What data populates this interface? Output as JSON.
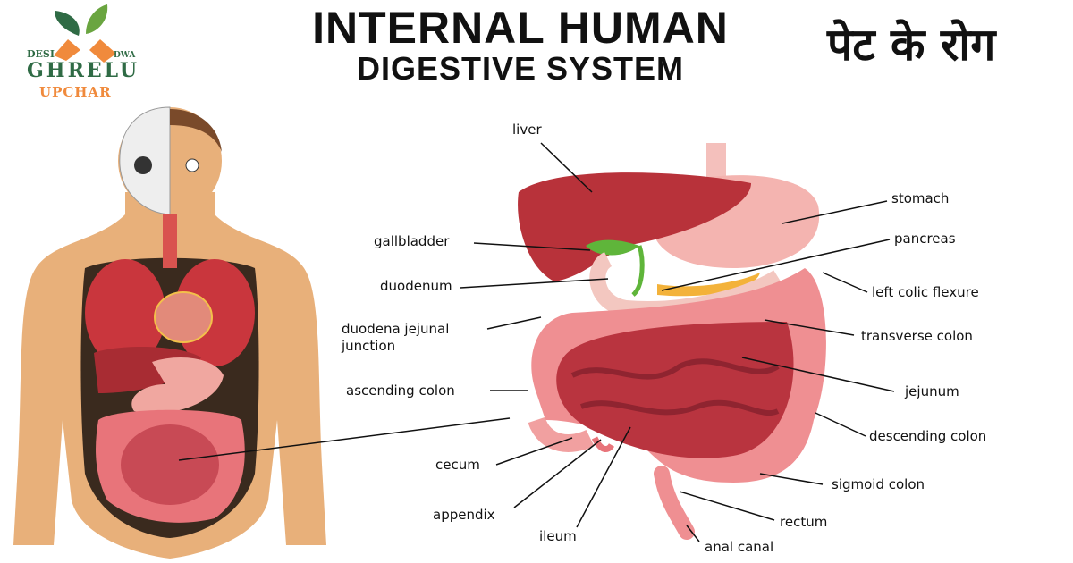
{
  "logo": {
    "desi": "DESI",
    "dwa": "DWA",
    "ghrelu": "GHRELU",
    "upchar": "UPCHAR"
  },
  "title": {
    "line1": "INTERNAL HUMAN",
    "line2": "DIGESTIVE SYSTEM",
    "hindi": "पेट के रोग"
  },
  "labels": {
    "liver": "liver",
    "gallbladder": "gallbladder",
    "duodenum": "duodenum",
    "dj_junction_1": "duodena jejunal",
    "dj_junction_2": "junction",
    "ascending_colon": "ascending colon",
    "cecum": "cecum",
    "appendix": "appendix",
    "ileum": "ileum",
    "anal_canal": "anal canal",
    "rectum": "rectum",
    "sigmoid_colon": "sigmoid colon",
    "descending_colon": "descending colon",
    "jejunum": "jejunum",
    "transverse_colon": "transverse colon",
    "left_colic_flexure": "left colic flexure",
    "pancreas": "pancreas",
    "stomach": "stomach"
  },
  "colors": {
    "liver": "#b8323a",
    "intestine": "#e8747a",
    "colon": "#f1a0a0",
    "stomach": "#f4b4b0",
    "skin": "#e8b07a",
    "gallbladder": "#5fb53a",
    "pancreas": "#f3b23a",
    "logo_green": "#2f6b45",
    "logo_orange": "#f08a3c"
  }
}
